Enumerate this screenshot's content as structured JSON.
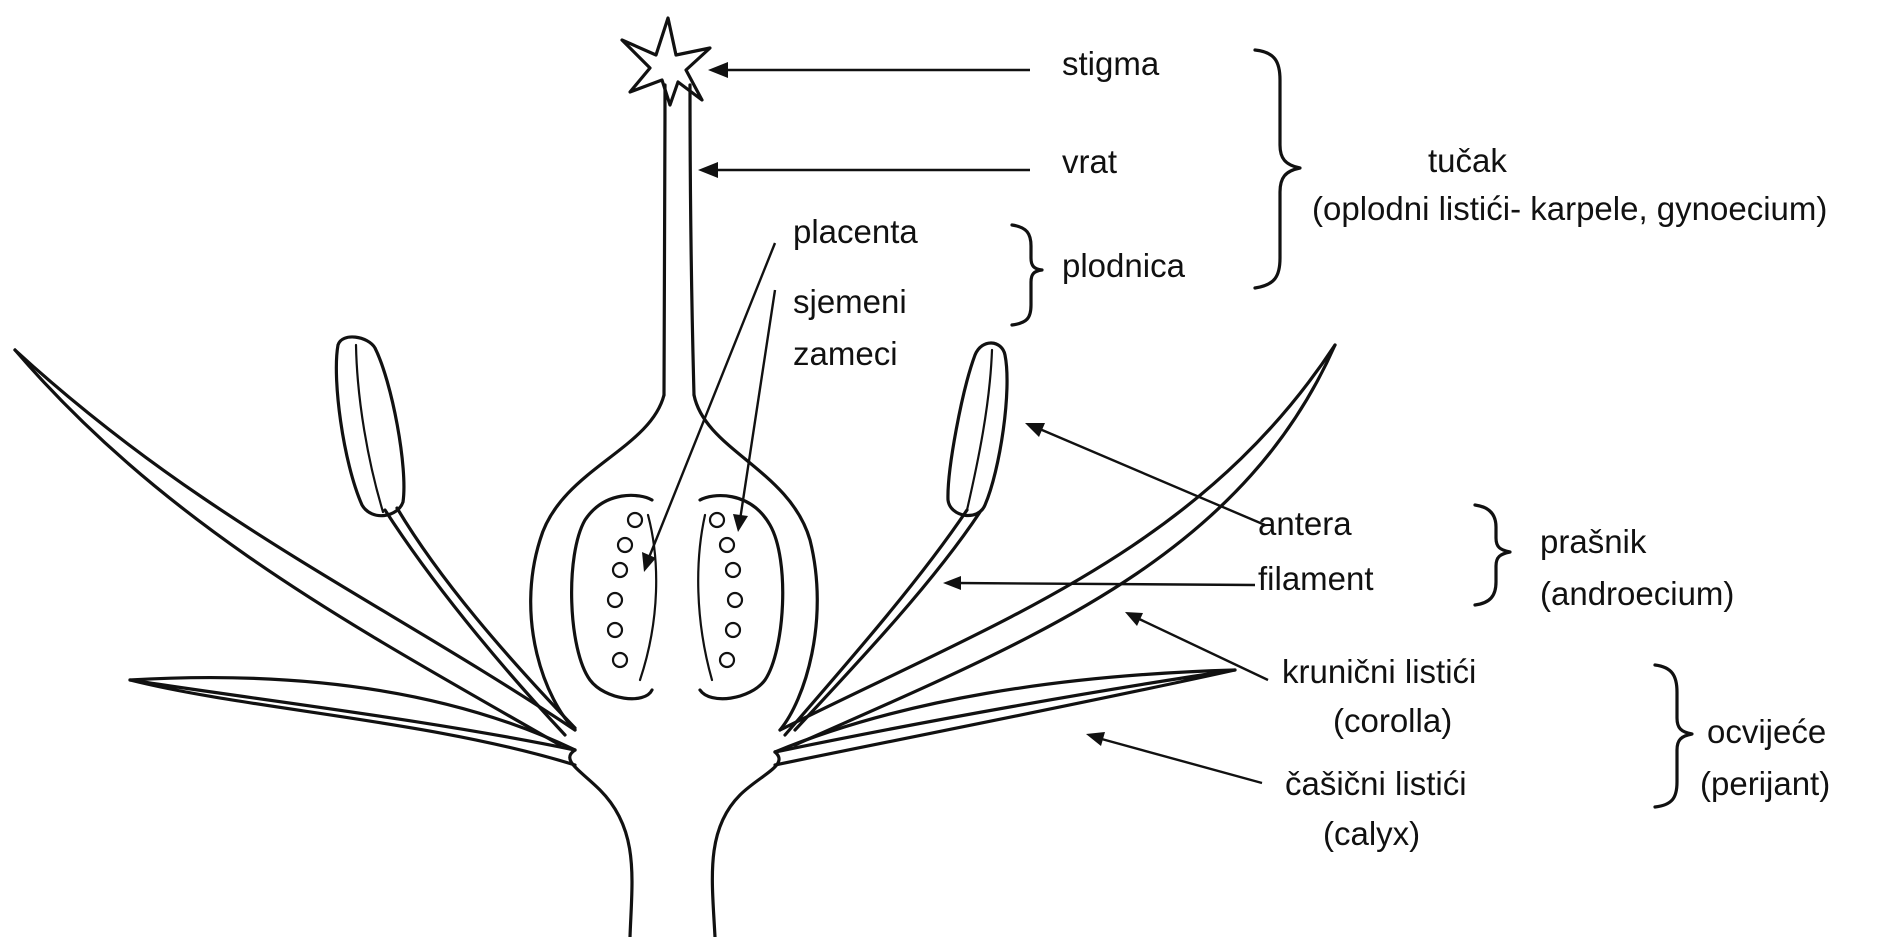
{
  "labels": {
    "stigma": "stigma",
    "vrat": "vrat",
    "placenta": "placenta",
    "sjemeni_line1": "sjemeni",
    "sjemeni_line2": "zameci",
    "plodnica": "plodnica",
    "tucak_line1": "tučak",
    "tucak_line2": "(oplodni listići- karpele, gynoecium)",
    "antera": "antera",
    "filament": "filament",
    "prasnik_line1": "prašnik",
    "prasnik_line2": "(androecium)",
    "krunicni_line1": "krunični listići",
    "krunicni_line2": "(corolla)",
    "casicni_line1": "čašični listići",
    "casicni_line2": "(calyx)",
    "ocvijece_line1": "ocvijeće",
    "ocvijece_line2": "(perijant)"
  },
  "colors": {
    "ink": "#111111",
    "background": "#ffffff"
  }
}
